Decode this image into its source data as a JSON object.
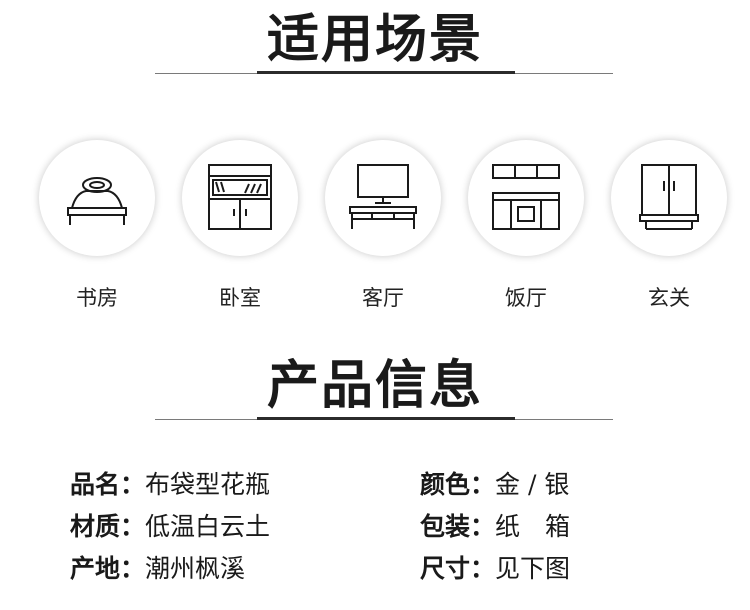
{
  "sections": {
    "scenes_title": "适用场景",
    "product_title": "产品信息"
  },
  "scenes": [
    {
      "label": "书房",
      "icon": "bed-icon"
    },
    {
      "label": "卧室",
      "icon": "cabinet-icon"
    },
    {
      "label": "客厅",
      "icon": "tv-stand-icon"
    },
    {
      "label": "饭厅",
      "icon": "sideboard-icon"
    },
    {
      "label": "玄关",
      "icon": "wardrobe-icon"
    }
  ],
  "product_info": [
    {
      "key": "品名：",
      "value": "布袋型花瓶"
    },
    {
      "key": "颜色：",
      "value": "金 / 银"
    },
    {
      "key": "材质：",
      "value": "低温白云土"
    },
    {
      "key": "包装：",
      "value": "纸　箱"
    },
    {
      "key": "产地：",
      "value": "潮州枫溪"
    },
    {
      "key": "尺寸：",
      "value": "见下图"
    }
  ]
}
